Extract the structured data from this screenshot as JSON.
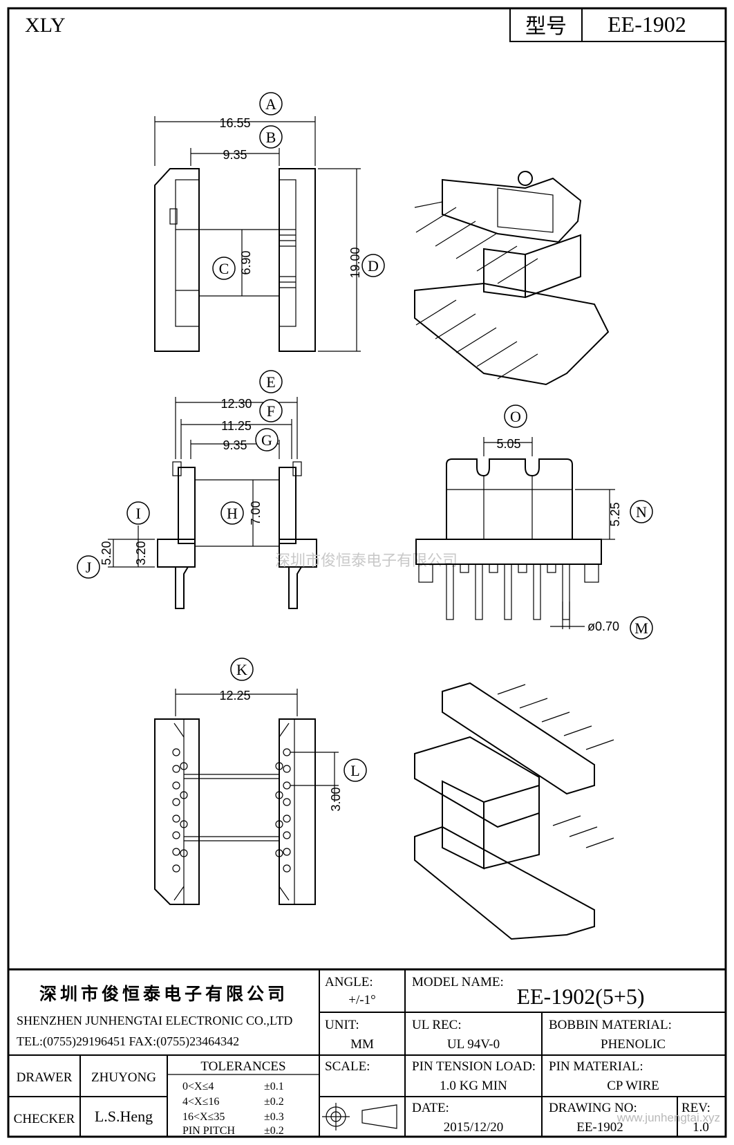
{
  "header": {
    "brand": "XLY",
    "model_label": "型号",
    "model_value": "EE-1902"
  },
  "views": {
    "top": {
      "A_label": "A",
      "A_value": "16.55",
      "B_label": "B",
      "B_value": "9.35",
      "C_label": "C",
      "C_value": "6.90",
      "D_label": "D",
      "D_value": "19.00"
    },
    "front": {
      "E_label": "E",
      "E_value": "12.30",
      "F_label": "F",
      "F_value": "11.25",
      "G_label": "G",
      "G_value": "9.35",
      "H_label": "H",
      "H_value": "7.00",
      "I_label": "I",
      "I_value": "3.20",
      "J_label": "J",
      "J_value": "5.20"
    },
    "side": {
      "O_label": "O",
      "O_value": "5.05",
      "N_label": "N",
      "N_value": "5.25",
      "M_label": "M",
      "M_value": "ø0.70"
    },
    "bottom": {
      "K_label": "K",
      "K_value": "12.25",
      "L_label": "L",
      "L_value": "3.00"
    }
  },
  "watermark": "深圳市俊恒泰电子有限公司",
  "title_block": {
    "company_cn": "深圳市俊恒泰电子有限公司",
    "company_en": "SHENZHEN JUNHENGTAI ELECTRONIC CO.,LTD",
    "contact": "TEL:(0755)29196451 FAX:(0755)23464342",
    "angle_label": "ANGLE:",
    "angle_value": "+/-1°",
    "model_name_label": "MODEL NAME:",
    "model_name_value": "EE-1902(5+5)",
    "unit_label": "UNIT:",
    "unit_value": "MM",
    "ul_rec_label": "UL REC:",
    "ul_rec_value": "UL 94V-0",
    "bobbin_material_label": "BOBBIN MATERIAL:",
    "bobbin_material_value": "PHENOLIC",
    "scale_label": "SCALE:",
    "pin_tension_label": "PIN TENSION LOAD:",
    "pin_tension_value": "1.0 KG MIN",
    "pin_material_label": "PIN MATERIAL:",
    "pin_material_value": "CP WIRE",
    "drawer_label": "DRAWER",
    "drawer_value": "ZHUYONG",
    "checker_label": "CHECKER",
    "checker_value": "L.S.Heng",
    "tolerances_title": "TOLERANCES",
    "tolerances": [
      {
        "range": "0<X≤4",
        "value": "±0.1"
      },
      {
        "range": "4<X≤16",
        "value": "±0.2"
      },
      {
        "range": "16<X≤35",
        "value": "±0.3"
      },
      {
        "range": "PIN PITCH",
        "value": "±0.2"
      }
    ],
    "date_label": "DATE:",
    "date_value": "2015/12/20",
    "drawing_no_label": "DRAWING NO:",
    "drawing_no_value": "EE-1902",
    "rev_label": "REV:",
    "rev_value": "1.0",
    "footer_url": "www.junhengtai.xyz"
  }
}
